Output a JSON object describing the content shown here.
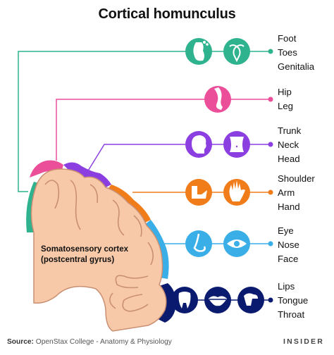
{
  "title": "Cortical homunculus",
  "cortex": {
    "label_line1": "Somatosensory cortex",
    "label_line2": "(postcentral gyrus)"
  },
  "colors": {
    "cortex_fill": "#f8c9a8",
    "cortex_outline": "#c98f72",
    "teal": "#2fb38e",
    "pink": "#ec4f9a",
    "purple": "#8b3fe0",
    "orange": "#f07c1a",
    "blue": "#3aaee6",
    "navy": "#0a1a6e"
  },
  "groups": [
    {
      "id": "teal",
      "labels": [
        "Foot",
        "Toes",
        "Genitalia"
      ],
      "icons": [
        "foot-icon",
        "uterus-icon"
      ]
    },
    {
      "id": "pink",
      "labels": [
        "Hip",
        "Leg"
      ],
      "icons": [
        "leg-icon"
      ]
    },
    {
      "id": "purple",
      "labels": [
        "Trunk",
        "Neck",
        "Head"
      ],
      "icons": [
        "head-icon",
        "trunk-icon"
      ]
    },
    {
      "id": "orange",
      "labels": [
        "Shoulder",
        "Arm",
        "Hand"
      ],
      "icons": [
        "arm-icon",
        "hand-icon"
      ]
    },
    {
      "id": "blue",
      "labels": [
        "Eye",
        "Nose",
        "Face"
      ],
      "icons": [
        "nose-icon",
        "eye-icon"
      ]
    },
    {
      "id": "navy",
      "labels": [
        "Lips",
        "Tongue",
        "Throat"
      ],
      "icons": [
        "tooth-icon",
        "lips-icon",
        "throat-icon"
      ]
    }
  ],
  "footer": {
    "source_label": "Source:",
    "source_text": "OpenStax College - Anatomy & Physiology",
    "brand": "INSIDER"
  }
}
